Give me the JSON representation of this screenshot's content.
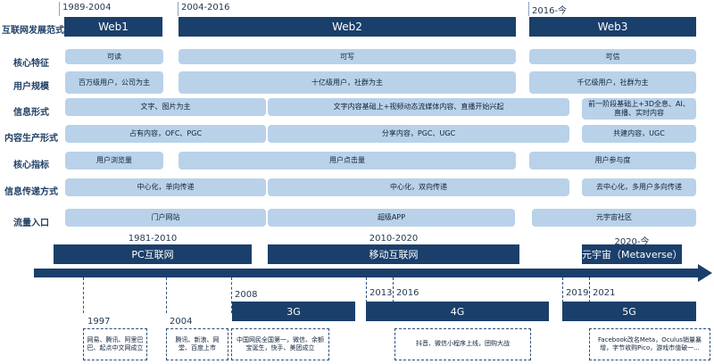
{
  "eras": [
    {
      "years": "1989-2004",
      "label": "Web1"
    },
    {
      "years": "2004-2016",
      "label": "Web2"
    },
    {
      "years": "2016-今",
      "label": "Web3"
    }
  ],
  "category_title": "互联网发展范式",
  "rows": [
    {
      "label": "核心特征",
      "web1": "可读",
      "web2": "可写",
      "web3": "可信"
    },
    {
      "label": "用户规模",
      "web1": "百万级用户，公司为主",
      "web2": "十亿级用户，社群为主",
      "web3": "千亿级用户，社群为主"
    },
    {
      "label": "信息形式",
      "web1": "文字、图片为主",
      "web2": "文字内容基础上+视频动态流媒体内容、直播开始兴起",
      "web3": "前一阶段基础上+3D全息、AI、直播、实时内容"
    },
    {
      "label": "内容生产形式",
      "web1": "占有内容，OFC、PGC",
      "web2": "分享内容，PGC、UGC",
      "web3": "共建内容，UGC"
    },
    {
      "label": "核心指标",
      "web1": "用户浏览量",
      "web2": "用户点击量",
      "web3": "用户参与度"
    },
    {
      "label": "信息传递方式",
      "web1": "中心化，单向传递",
      "web2": "中心化，双向传递",
      "web3": "去中心化，多用户多向传递"
    },
    {
      "label": "流量入口",
      "web1": "门户网站",
      "web2": "超级APP",
      "web3": "元宇宙社区"
    }
  ],
  "stages": [
    {
      "years": "1981-2010",
      "label": "PC互联网"
    },
    {
      "years": "2010-2020",
      "label": "移动互联网"
    },
    {
      "years": "2020-今",
      "label": "元宇宙（Metaverse）"
    }
  ],
  "tech": [
    {
      "years": [
        "2008"
      ],
      "label": "3G"
    },
    {
      "years": [
        "2013",
        "2016"
      ],
      "label": "4G"
    },
    {
      "years": [
        "2019",
        "2021"
      ],
      "label": "5G"
    }
  ],
  "milestones": [
    {
      "year": "1997",
      "text": "网易、腾讯、阿里巴巴、起点中文网成立"
    },
    {
      "year": "2004",
      "text": "腾讯、新浪、网堂、百度上市"
    },
    {
      "year": "",
      "text": "中国网民全国第一，微信、余额宝诞生，快手、美团成立"
    },
    {
      "year": "",
      "text": "抖音、微信小程序上线，团购大战"
    },
    {
      "year": "",
      "text": "Facebook改名Meta，Oculus销量暴增，字节收购Pico，游戏市值破一..."
    }
  ]
}
